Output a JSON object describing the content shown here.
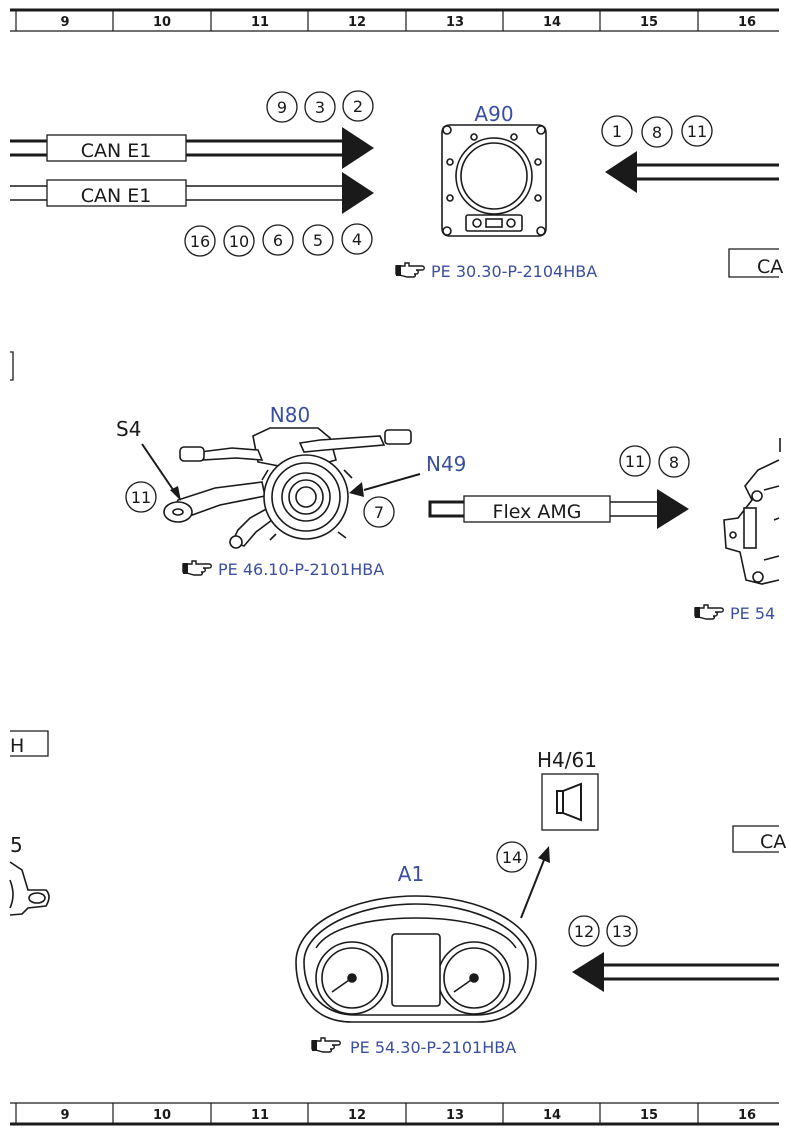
{
  "ruler": {
    "columns": [
      "9",
      "10",
      "11",
      "12",
      "13",
      "14",
      "15",
      "16"
    ]
  },
  "colors": {
    "component": "#3b4fa0",
    "ink": "#1a1a1a",
    "paper": "#ffffff"
  },
  "icons": {
    "reference": "pointing-hand-icon",
    "speaker": "speaker-icon"
  },
  "section1": {
    "bus_top": "CAN E1",
    "bus_bottom": "CAN E1",
    "top_numbers": [
      "9",
      "3",
      "2"
    ],
    "bottom_numbers": [
      "16",
      "10",
      "6",
      "5",
      "4"
    ],
    "component": "A90",
    "reference": "PE 30.30-P-2104HBA",
    "right_numbers": [
      "1",
      "8",
      "11"
    ],
    "right_box": "CA"
  },
  "section2": {
    "s4": "S4",
    "n80": "N80",
    "n49": "N49",
    "circle_left": "11",
    "circle_n49": "7",
    "reference": "PE 46.10-P-2101HBA",
    "bus": "Flex AMG",
    "bus_numbers": [
      "11",
      "8"
    ],
    "right_reference": "PE 54"
  },
  "section3": {
    "left_box": "H",
    "left_fragment": "5",
    "h461": "H4/61",
    "circle_h461": "14",
    "a1": "A1",
    "reference": "PE 54.30-P-2101HBA",
    "right_numbers": [
      "12",
      "13"
    ],
    "right_box": "CA"
  }
}
